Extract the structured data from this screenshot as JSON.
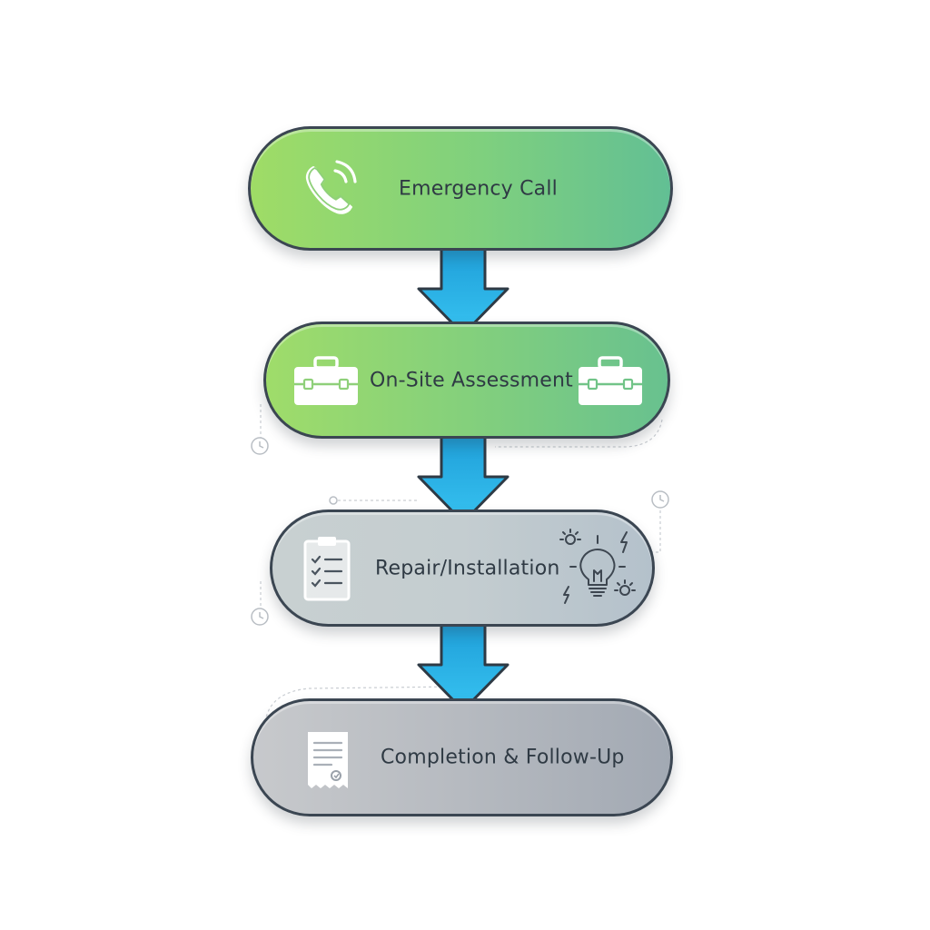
{
  "steps": [
    {
      "label": "Emergency Call",
      "icon": "phone-icon",
      "color": "#8fd56f"
    },
    {
      "label": "On-Site Assessment",
      "icon": "toolbox-icon",
      "color": "#84d07c"
    },
    {
      "label": "Repair/Installation",
      "icon": "checklist-icon",
      "color": "#c4cdd0"
    },
    {
      "label": "Completion & Follow-Up",
      "icon": "receipt-icon",
      "color": "#b6bac0"
    }
  ],
  "colors": {
    "arrow": "#2bb3e8",
    "outline": "#3b4652",
    "text": "#2f3a44"
  }
}
